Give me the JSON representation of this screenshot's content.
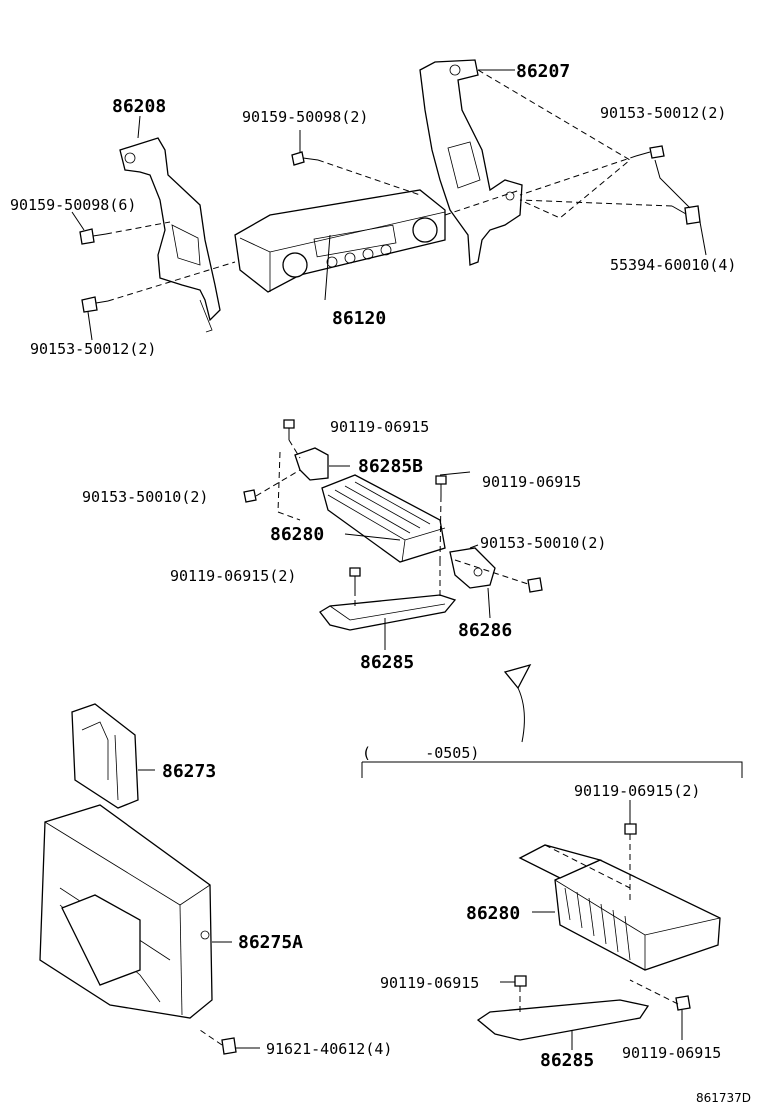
{
  "labels": {
    "p86208": "86208",
    "p86207": "86207",
    "p86120": "86120",
    "b90159_2": "90159-50098(2)",
    "b90153_2_tr": "90153-50012(2)",
    "b90159_6": "90159-50098(6)",
    "b55394": "55394-60010(4)",
    "b90153_2_bl": "90153-50012(2)",
    "b90119_a": "90119-06915",
    "p86285b": "86285B",
    "b90119_b": "90119-06915",
    "b90153_10_l": "90153-50010(2)",
    "p86280_a": "86280",
    "b90153_10_r": "90153-50010(2)",
    "b90119_2_mid": "90119-06915(2)",
    "p86286": "86286",
    "p86285_a": "86285",
    "p86273": "86273",
    "p86275a": "86275A",
    "b91621": "91621-40612(4)",
    "range_note": "(      -0505)",
    "b90119_2_br": "90119-06915(2)",
    "p86280_b": "86280",
    "b90119_c": "90119-06915",
    "p86285_b": "86285",
    "b90119_d": "90119-06915",
    "ref_code": "861737D"
  }
}
